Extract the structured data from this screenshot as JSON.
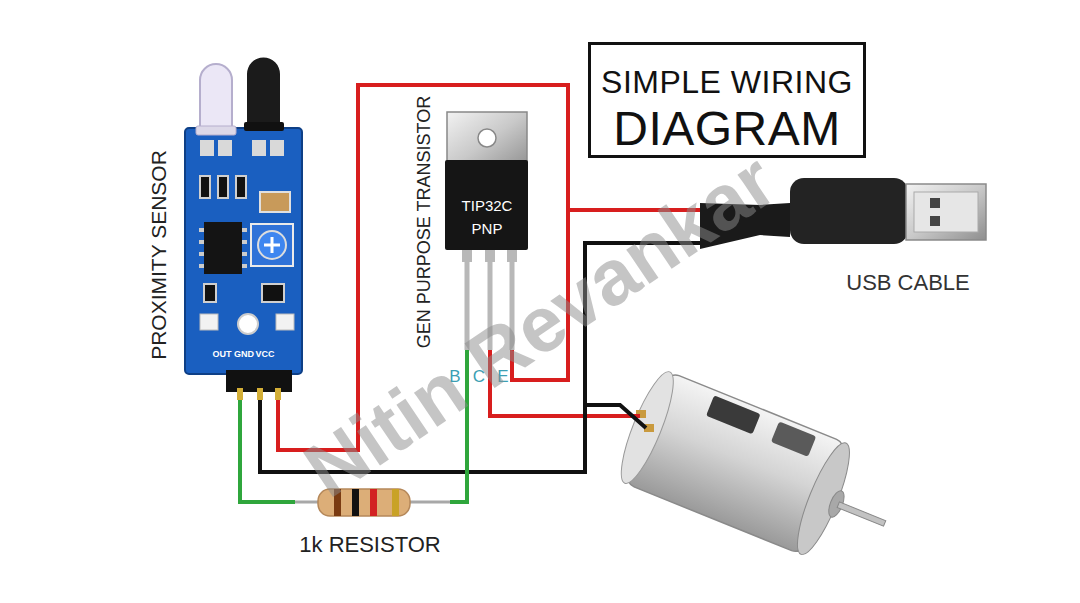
{
  "diagram": {
    "title": "SIMPLE WIRING DIAGRAM",
    "nodes": [
      {
        "text": [
          "PROXIMITY SENSOR",
          "OUT",
          "GND",
          "VCC"
        ]
      },
      {
        "text": [
          "GEN PURPOSE TRANSISTOR",
          "TIP32C",
          "PNP"
        ]
      },
      {
        "text": [
          "USB CABLE"
        ]
      },
      {
        "text": [
          "1k RESISTOR"
        ]
      }
    ],
    "edges": [
      {
        "from": 0,
        "to": 2,
        "arrow": "none"
      },
      {
        "from": 1,
        "to": 2,
        "arrow": "none"
      },
      {
        "from": 0,
        "to": 2,
        "arrow": "none"
      },
      {
        "from": 0,
        "to": 3,
        "arrow": "none"
      },
      {
        "from": 3,
        "to": 1,
        "arrow": "none"
      }
    ],
    "labels": [
      "B",
      "C",
      "E",
      "Nitin Revankar"
    ]
  }
}
